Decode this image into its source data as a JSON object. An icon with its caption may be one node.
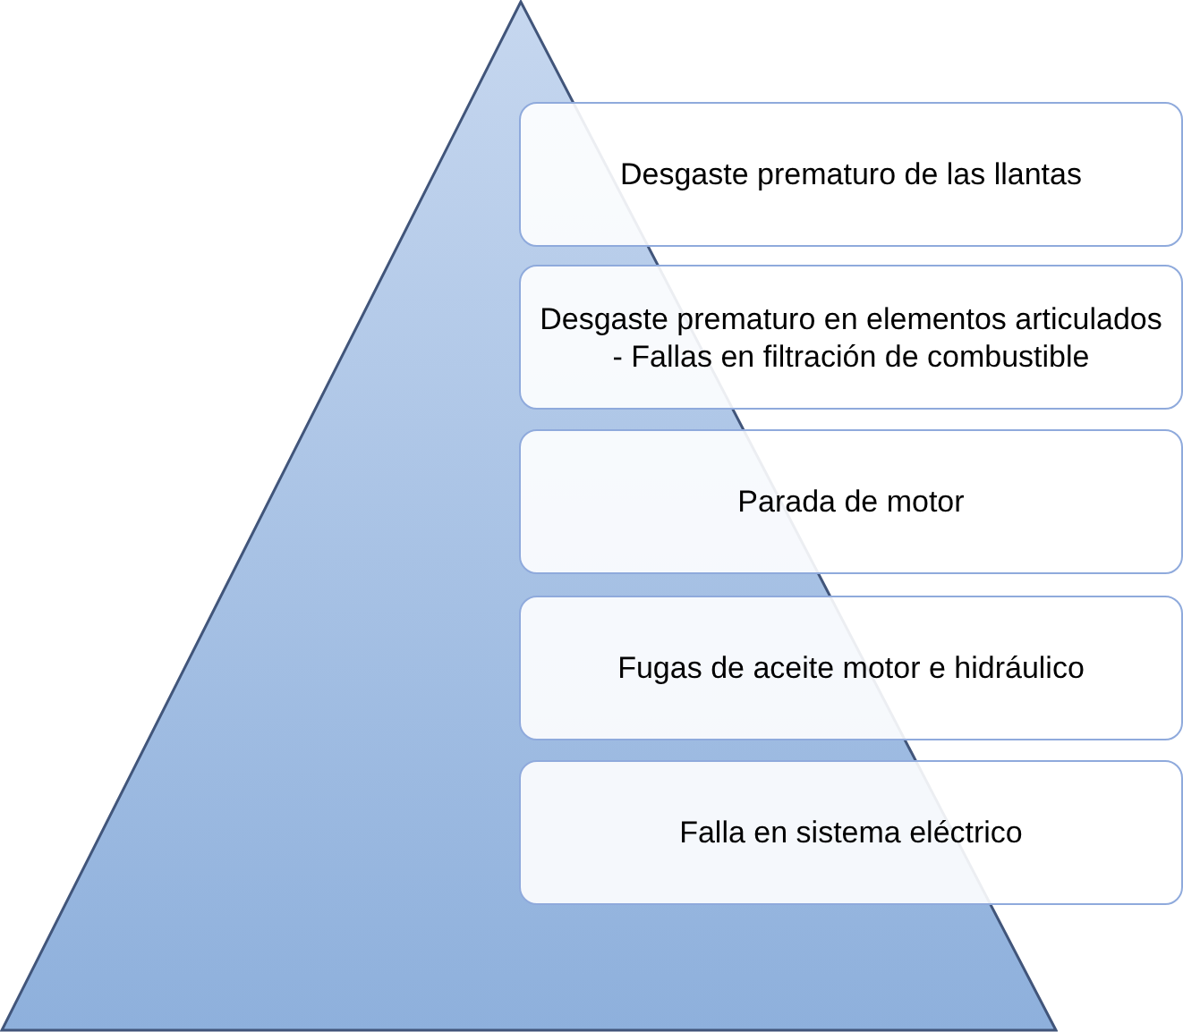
{
  "diagram": {
    "nodes": [
      {
        "text": [],
        "shape": "triangle"
      },
      {
        "text": [
          "Desgaste prematuro de las llantas"
        ]
      },
      {
        "text": [
          "Desgaste prematuro en elementos articulados - Fallas en filtración de combustible"
        ]
      },
      {
        "text": [
          "Parada de motor"
        ]
      },
      {
        "text": [
          "Fugas de aceite motor e hidráulico"
        ]
      },
      {
        "text": [
          "Falla en sistema eléctrico"
        ]
      }
    ]
  }
}
